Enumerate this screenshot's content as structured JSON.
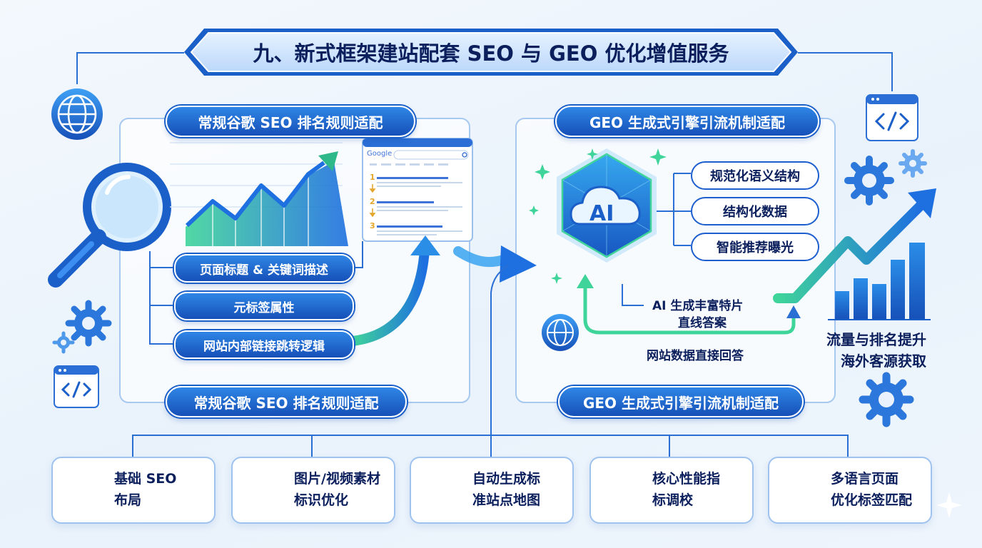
{
  "banner": {
    "title": "九、新式框架建站配套 SEO 与 GEO 优化增值服务"
  },
  "seo_panel": {
    "top_label": "常规谷歌 SEO 排名规则适配",
    "bottom_label": "常规谷歌 SEO 排名规则适配",
    "items": [
      "页面标题 & 关键词描述",
      "元标签属性",
      "网站内部链接跳转逻辑"
    ],
    "search_brand": "Google",
    "result_numbers": [
      "1",
      "2",
      "3"
    ]
  },
  "geo_panel": {
    "top_label": "GEO 生成式引擎引流机制适配",
    "bottom_label": "GEO 生成式引擎引流机制适配",
    "ai_label": "AI",
    "items": [
      "规范化语义结构",
      "结构化数据",
      "智能推荐曝光"
    ],
    "snippet_lines": [
      "AI 生成丰富特片",
      "直线答案"
    ],
    "answer_caption": "网站数据直接回答"
  },
  "outcome": {
    "lines": [
      "流量与排名提升",
      "海外客源获取"
    ]
  },
  "services": [
    {
      "lines": [
        "基础 SEO",
        "布局"
      ],
      "icon": "magnifier-icon"
    },
    {
      "lines": [
        "图片/视频素材",
        "标识优化"
      ],
      "icon": "image-icon"
    },
    {
      "lines": [
        "自动生成标",
        "准站点地图"
      ],
      "icon": "sitemap-icon"
    },
    {
      "lines": [
        "核心性能指",
        "标调校"
      ],
      "icon": "gauge-gear-icon"
    },
    {
      "lines": [
        "多语言页面",
        "优化标签匹配"
      ],
      "icon": "translate-icon"
    }
  ],
  "colors": {
    "primary": "#1a5fd0",
    "dark_text": "#0b1f5c",
    "accent_green": "#3fd49a"
  }
}
